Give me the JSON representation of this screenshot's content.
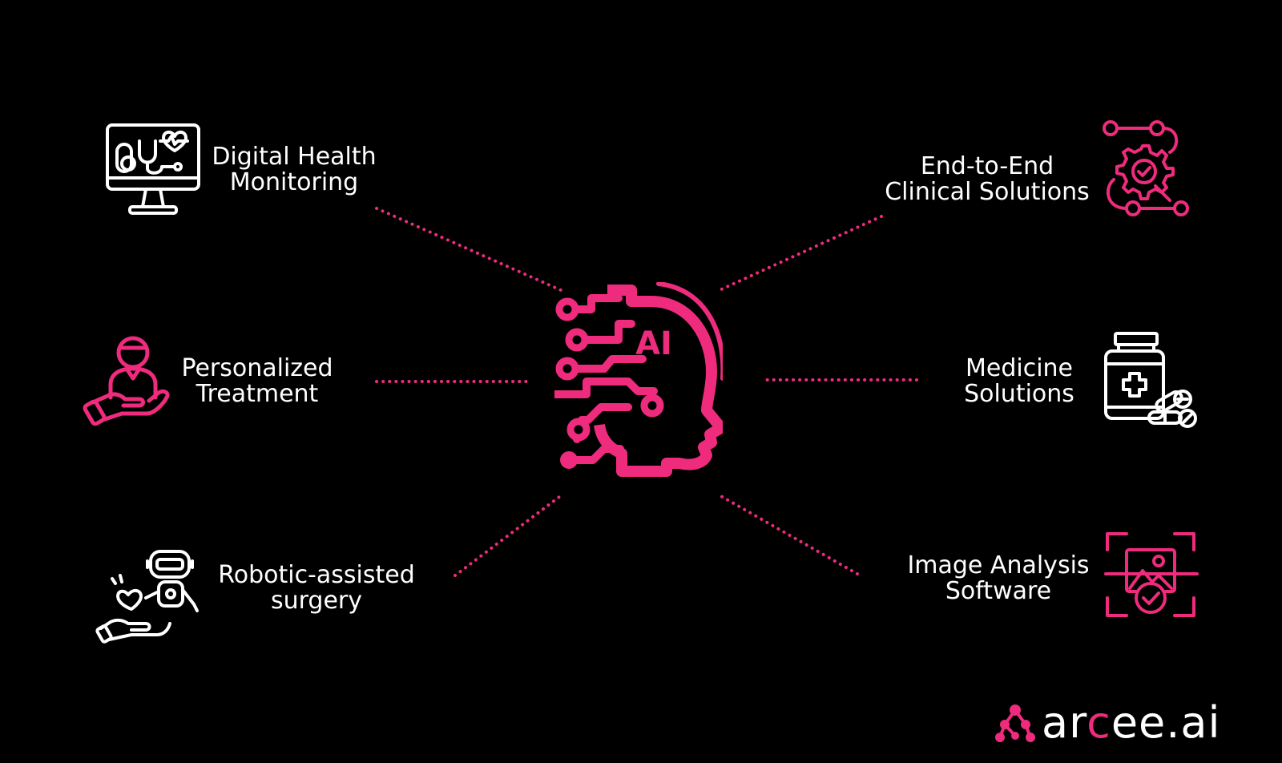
{
  "colors": {
    "accent": "#ee2b7c",
    "text": "#ffffff",
    "background": "#000000"
  },
  "nodes": {
    "digital_health": {
      "line1": "Digital Health",
      "line2": "Monitoring",
      "icon": "monitor-stethoscope-icon"
    },
    "personalized": {
      "line1": "Personalized",
      "line2": "Treatment",
      "icon": "hand-person-icon"
    },
    "robotic": {
      "line1": "Robotic-assisted",
      "line2": "surgery",
      "icon": "robot-hand-icon"
    },
    "end_to_end": {
      "line1": "End-to-End",
      "line2": "Clinical Solutions",
      "icon": "gear-workflow-icon"
    },
    "medicine": {
      "line1": "Medicine",
      "line2": "Solutions",
      "icon": "pill-bottle-icon"
    },
    "image_analysis": {
      "line1": "Image Analysis",
      "line2": "Software",
      "icon": "image-scan-icon"
    }
  },
  "center": {
    "label": "AI",
    "icon": "ai-head-circuit-icon"
  },
  "brand": {
    "prefix": "ar",
    "accent_part": "c",
    "suffix": "ee.ai",
    "icon": "arcee-molecule-icon"
  }
}
